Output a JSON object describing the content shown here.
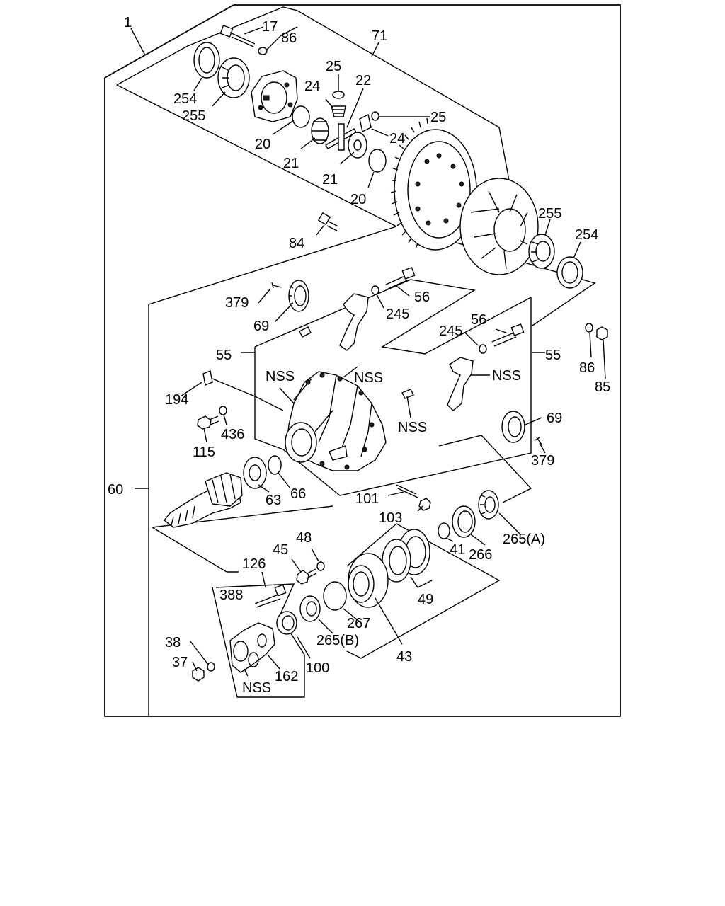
{
  "diagram": {
    "callouts": {
      "c1": "1",
      "c17": "17",
      "c86a": "86",
      "c71": "71",
      "c254a": "254",
      "c255a": "255",
      "c25a": "25",
      "c24a": "24",
      "c22": "22",
      "c25b": "25",
      "c24b": "24",
      "c20a": "20",
      "c21a": "21",
      "c21b": "21",
      "c20b": "20",
      "c255b": "255",
      "c254b": "254",
      "c84": "84",
      "c379a": "379",
      "c56a": "56",
      "c245a": "245",
      "c69a": "69",
      "c245b": "245",
      "c56b": "56",
      "c55a": "55",
      "c55b": "55",
      "c86b": "86",
      "c85": "85",
      "c194": "194",
      "cNSSa": "NSS",
      "cNSSb": "NSS",
      "cNSSc": "NSS",
      "cNSSd": "NSS",
      "c436": "436",
      "c115": "115",
      "c69b": "69",
      "c379b": "379",
      "c60": "60",
      "c63": "63",
      "c66a": "66",
      "c101": "101",
      "c103": "103",
      "c265a": "265(A)",
      "c48": "48",
      "c45": "45",
      "c126": "126",
      "c41": "41",
      "c266": "266",
      "c388": "388",
      "c49": "49",
      "c267": "267",
      "c265b": "265(B)",
      "c38": "38",
      "c37": "37",
      "c100": "100",
      "c43": "43",
      "c162": "162",
      "cNSSe": "NSS"
    }
  }
}
